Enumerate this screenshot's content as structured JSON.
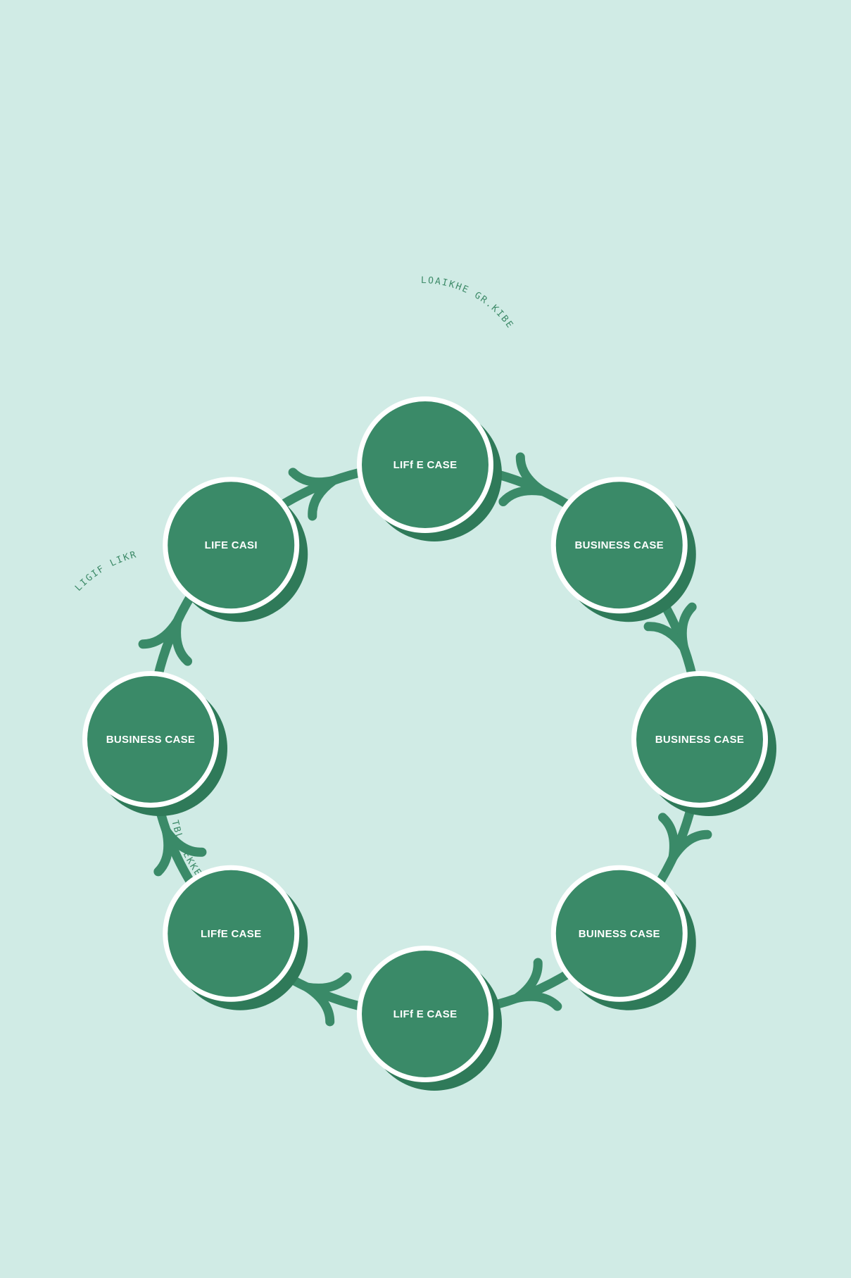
{
  "diagram": {
    "type": "cycle",
    "colors": {
      "background": "#d0ebe5",
      "node_fill": "#3a8a68",
      "node_shadow": "#2f7a59",
      "node_ring": "#ffffff",
      "arrow": "#3a8a68",
      "label_text": "#ffffff",
      "annotation_text": "#3d8a68"
    },
    "nodes": [
      {
        "label": "LIFf E CASE"
      },
      {
        "label": "BUSINESS CASE"
      },
      {
        "label": "BUSINESS CASE"
      },
      {
        "label": "BUINESS CASE"
      },
      {
        "label": "LIFf E CASE"
      },
      {
        "label": "LIFfE CASE"
      },
      {
        "label": "BUSINESS CASE"
      },
      {
        "label": "LIFE CASI"
      }
    ],
    "annotations": {
      "top_right": "LOAIKHE GR.KIBE",
      "left": "LIGIF LIKRE",
      "bottom_left": "XOOK TBL MEKKEK I HOKA"
    }
  }
}
